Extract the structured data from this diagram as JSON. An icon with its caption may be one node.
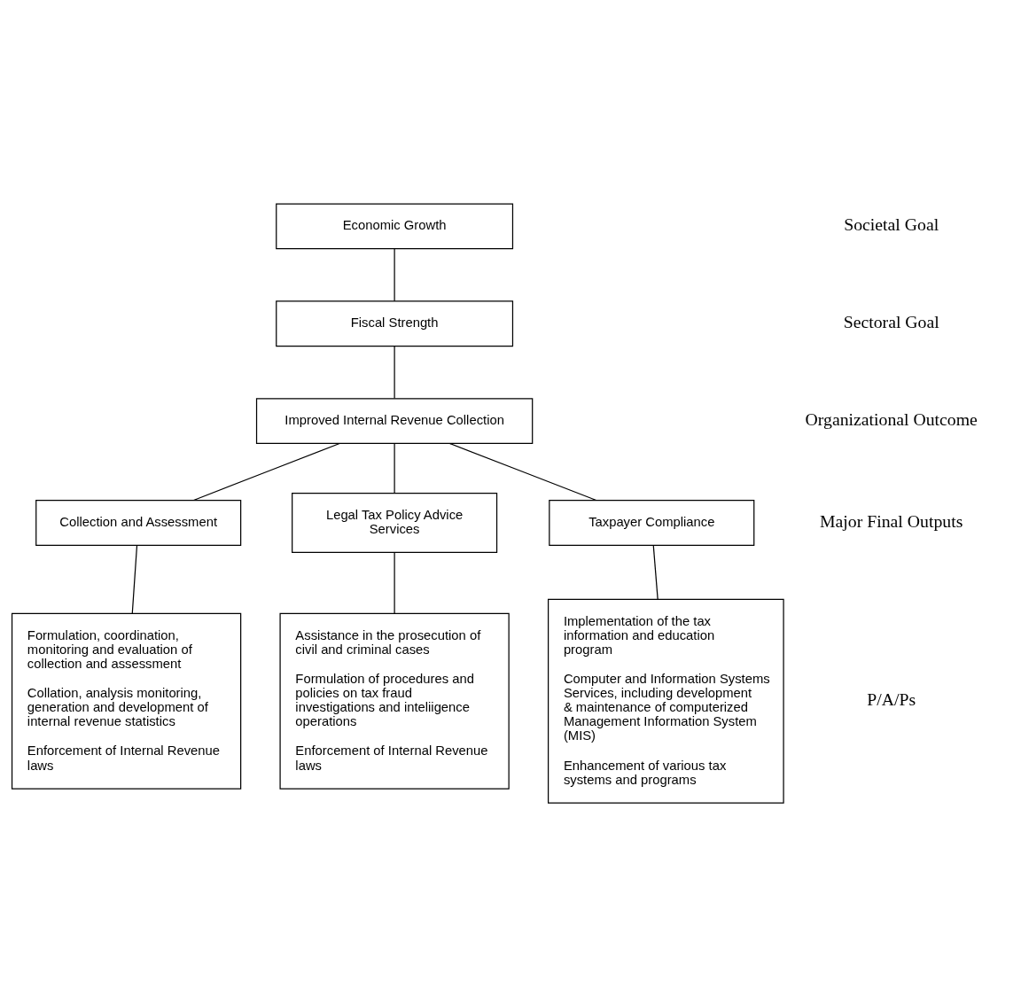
{
  "diagram": {
    "nodes": [
      {
        "text": [
          "Economic Growth"
        ]
      },
      {
        "text": [
          "Fiscal Strength"
        ]
      },
      {
        "text": [
          "Improved Internal Revenue Collection"
        ]
      },
      {
        "text": [
          "Collection and Assessment"
        ]
      },
      {
        "text": [
          "Legal Tax Policy Advice Services"
        ]
      },
      {
        "text": [
          "Taxpayer Compliance"
        ]
      },
      {
        "text": [
          "Formulation, coordination, monitoring and evaluation of collection and assessment",
          "Collation, analysis monitoring, generation and development of internal revenue statistics",
          "Enforcement of Internal Revenue laws"
        ]
      },
      {
        "text": [
          "Assistance in the prosecution of civil and criminal cases",
          "Formulation of procedures and policies on tax fraud investigations and inteliigence operations",
          "Enforcement of Internal Revenue laws"
        ]
      },
      {
        "text": [
          "Implementation of the tax information and education program",
          "Computer and Information Systems Services, including development & maintenance of computerized Management Information System (MIS)",
          "Enhancement of various tax systems and programs"
        ]
      }
    ],
    "edges": [
      {
        "from": 0,
        "to": 1,
        "arrow": "none"
      },
      {
        "from": 1,
        "to": 2,
        "arrow": "none"
      },
      {
        "from": 2,
        "to": 3,
        "arrow": "none"
      },
      {
        "from": 2,
        "to": 4,
        "arrow": "none"
      },
      {
        "from": 2,
        "to": 5,
        "arrow": "none"
      },
      {
        "from": 3,
        "to": 6,
        "arrow": "none"
      },
      {
        "from": 4,
        "to": 7,
        "arrow": "none"
      },
      {
        "from": 5,
        "to": 8,
        "arrow": "none"
      }
    ],
    "labels": [
      "Societal Goal",
      "Sectoral Goal",
      "Organizational Outcome",
      "Major Final Outputs",
      "P/A/Ps"
    ]
  }
}
